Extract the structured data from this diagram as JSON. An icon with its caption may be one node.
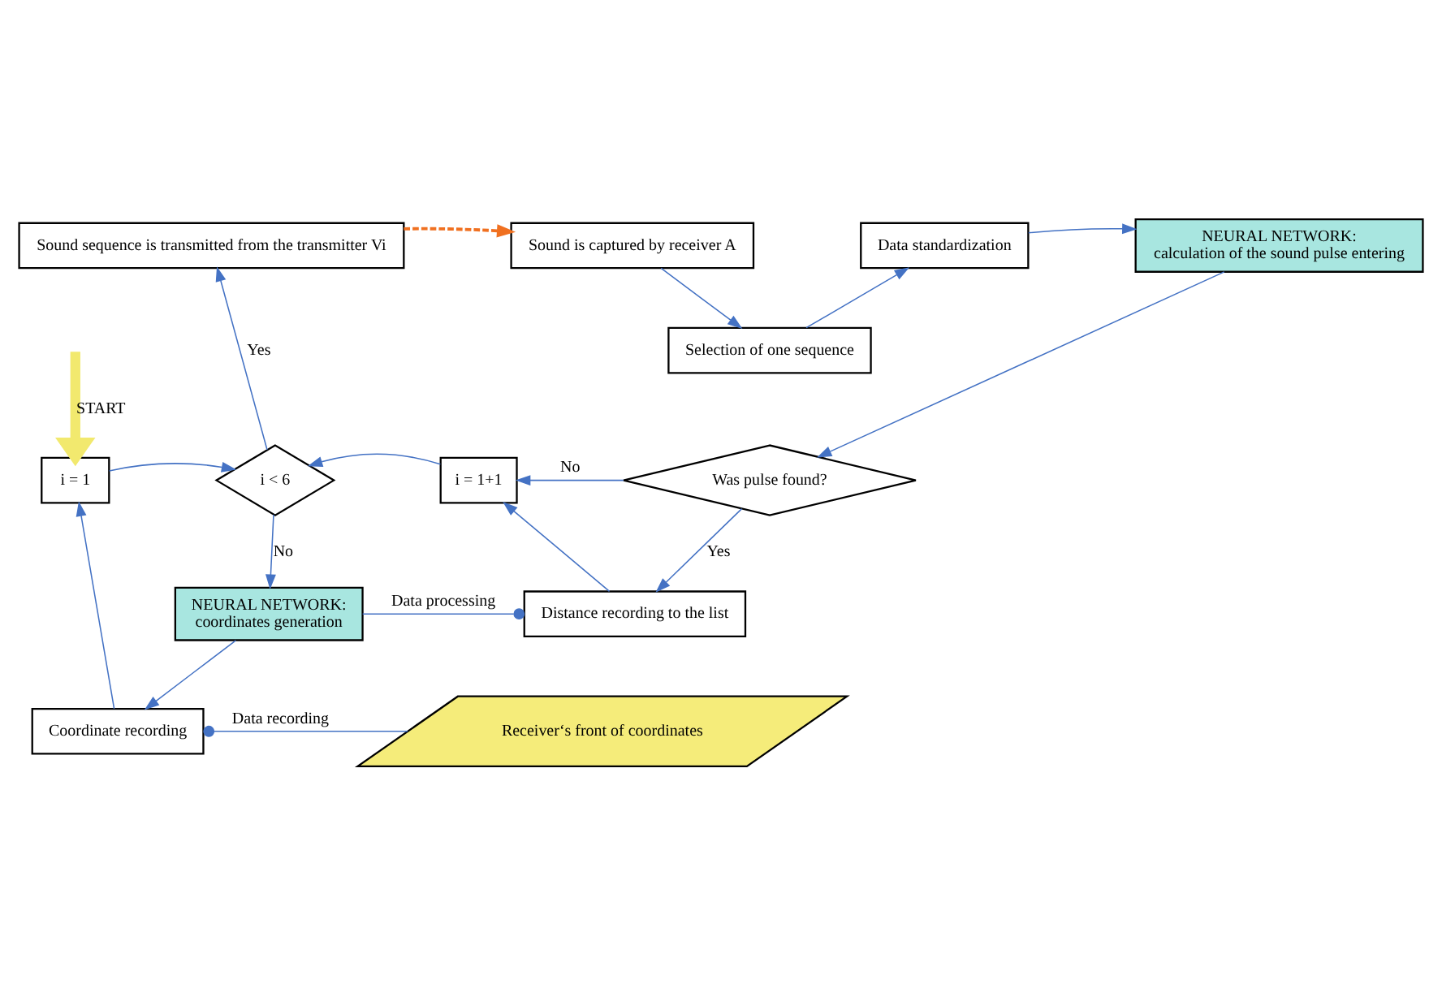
{
  "diagram": {
    "nodes": [
      {
        "text": [
          "Sound sequence is transmitted from the transmitter Vi"
        ]
      },
      {
        "text": [
          "Sound is captured by receiver A"
        ]
      },
      {
        "text": [
          "Data standardization"
        ]
      },
      {
        "text": [
          "NEURAL NETWORK:",
          "calculation of the sound pulse entering"
        ]
      },
      {
        "text": [
          "Selection of one sequence"
        ]
      },
      {
        "text": [
          "i = 1"
        ]
      },
      {
        "text": [
          "i < 6"
        ]
      },
      {
        "text": [
          "i = 1+1"
        ]
      },
      {
        "text": [
          "Was pulse found?"
        ]
      },
      {
        "text": [
          "NEURAL NETWORK:",
          "coordinates generation"
        ]
      },
      {
        "text": [
          "Distance recording to the list"
        ]
      },
      {
        "text": [
          "Coordinate recording"
        ]
      },
      {
        "text": [
          "Receiver‘s front of coordinates"
        ]
      }
    ],
    "edges": [
      {
        "from": null,
        "to": 5,
        "arrow": "to",
        "label": "START",
        "style": "thick",
        "color": "#f2e96e"
      },
      {
        "from": 0,
        "to": 1,
        "arrow": "to",
        "style": "dashed",
        "color": "#f07020"
      },
      {
        "from": 1,
        "to": 4,
        "arrow": "to"
      },
      {
        "from": 4,
        "to": 2,
        "arrow": "to"
      },
      {
        "from": 2,
        "to": 3,
        "arrow": "to"
      },
      {
        "from": 3,
        "to": 8,
        "arrow": "to"
      },
      {
        "from": 8,
        "to": 7,
        "arrow": "to",
        "label": "No"
      },
      {
        "from": 8,
        "to": 10,
        "arrow": "to",
        "label": "Yes"
      },
      {
        "from": 10,
        "to": 7,
        "arrow": "to"
      },
      {
        "from": 7,
        "to": 6,
        "arrow": "to"
      },
      {
        "from": 5,
        "to": 6,
        "arrow": "to"
      },
      {
        "from": 6,
        "to": 0,
        "arrow": "to",
        "label": "Yes"
      },
      {
        "from": 6,
        "to": 9,
        "arrow": "to",
        "label": "No"
      },
      {
        "from": 10,
        "to": 9,
        "arrow": "other",
        "label": "Data processing"
      },
      {
        "from": 9,
        "to": 11,
        "arrow": "to"
      },
      {
        "from": 11,
        "to": 5,
        "arrow": "to"
      },
      {
        "from": 11,
        "to": 12,
        "arrow": "other",
        "label": "Data recording"
      }
    ]
  }
}
